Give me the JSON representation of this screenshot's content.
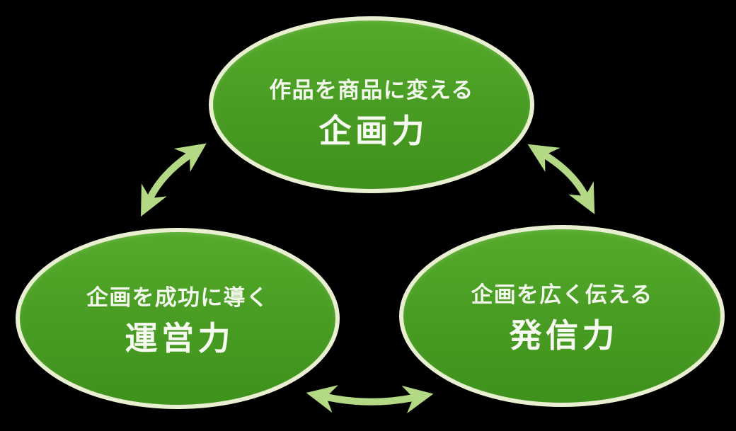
{
  "diagram": {
    "description": "Cycle diagram of three abilities connected by double-headed arrows",
    "colors": {
      "background": "#000000",
      "ellipse_fill_top": "#55aa2b",
      "ellipse_fill_bottom": "#3e911c",
      "ellipse_border": "#e9f0d2",
      "arrow": "#b3d985",
      "text": "#f3f8ec"
    },
    "nodes": [
      {
        "id": "planning",
        "position": "top",
        "subtitle": "作品を商品に変える",
        "title": "企画力"
      },
      {
        "id": "management",
        "position": "bottom-left",
        "subtitle": "企画を成功に導く",
        "title": "運営力"
      },
      {
        "id": "communication",
        "position": "bottom-right",
        "subtitle": "企画を広く伝える",
        "title": "発信力"
      }
    ],
    "arrows": [
      {
        "between": [
          "企画力",
          "運営力"
        ],
        "style": "double-headed curved"
      },
      {
        "between": [
          "企画力",
          "発信力"
        ],
        "style": "double-headed curved"
      },
      {
        "between": [
          "運営力",
          "発信力"
        ],
        "style": "double-headed curved"
      }
    ]
  }
}
